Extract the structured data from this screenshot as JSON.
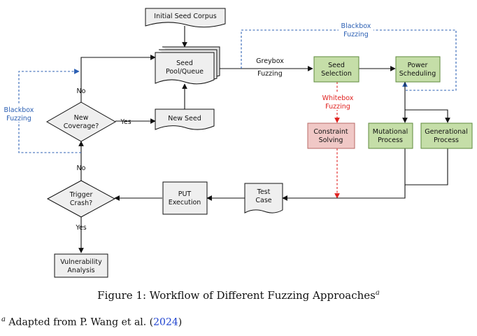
{
  "diagram": {
    "nodes": {
      "initial_seed_corpus": "Initial Seed Corpus",
      "seed_pool_line1": "Seed",
      "seed_pool_line2": "Pool/Queue",
      "new_seed": "New Seed",
      "new_coverage_line1": "New",
      "new_coverage_line2": "Coverage?",
      "seed_selection_line1": "Seed",
      "seed_selection_line2": "Selection",
      "power_scheduling_line1": "Power",
      "power_scheduling_line2": "Scheduling",
      "constraint_solving_line1": "Constraint",
      "constraint_solving_line2": "Solving",
      "mutational_process_line1": "Mutational",
      "mutational_process_line2": "Process",
      "generational_process_line1": "Generational",
      "generational_process_line2": "Process",
      "test_case_line1": "Test",
      "test_case_line2": "Case",
      "put_execution_line1": "PUT",
      "put_execution_line2": "Execution",
      "trigger_crash_line1": "Trigger",
      "trigger_crash_line2": "Crash?",
      "vulnerability_analysis_line1": "Vulnerability",
      "vulnerability_analysis_line2": "Analysis"
    },
    "edge_labels": {
      "greybox_line1": "Greybox",
      "greybox_line2": "Fuzzing",
      "blackbox_top_line1": "Blackbox",
      "blackbox_top_line2": "Fuzzing",
      "blackbox_left_line1": "Blackbox",
      "blackbox_left_line2": "Fuzzing",
      "whitebox_line1": "Whitebox",
      "whitebox_line2": "Fuzzing",
      "no_top": "No",
      "yes_right": "Yes",
      "no_bottom": "No",
      "yes_bottom": "Yes"
    },
    "colors": {
      "green_fill": "#c5dea8",
      "green_stroke": "#5f8a3d",
      "red_fill": "#f0c8c6",
      "red_stroke": "#b86a66",
      "gray_fill": "#efefef",
      "blackbox_blue": "#2b5fb3",
      "whitebox_red": "#e0211f"
    }
  },
  "caption": {
    "text": "Figure 1: Workflow of Different Fuzzing Approaches",
    "mark": "a"
  },
  "footnote": {
    "mark": "a",
    "text": "Adapted from P. Wang et al. (",
    "year": "2024",
    "close": ")"
  }
}
